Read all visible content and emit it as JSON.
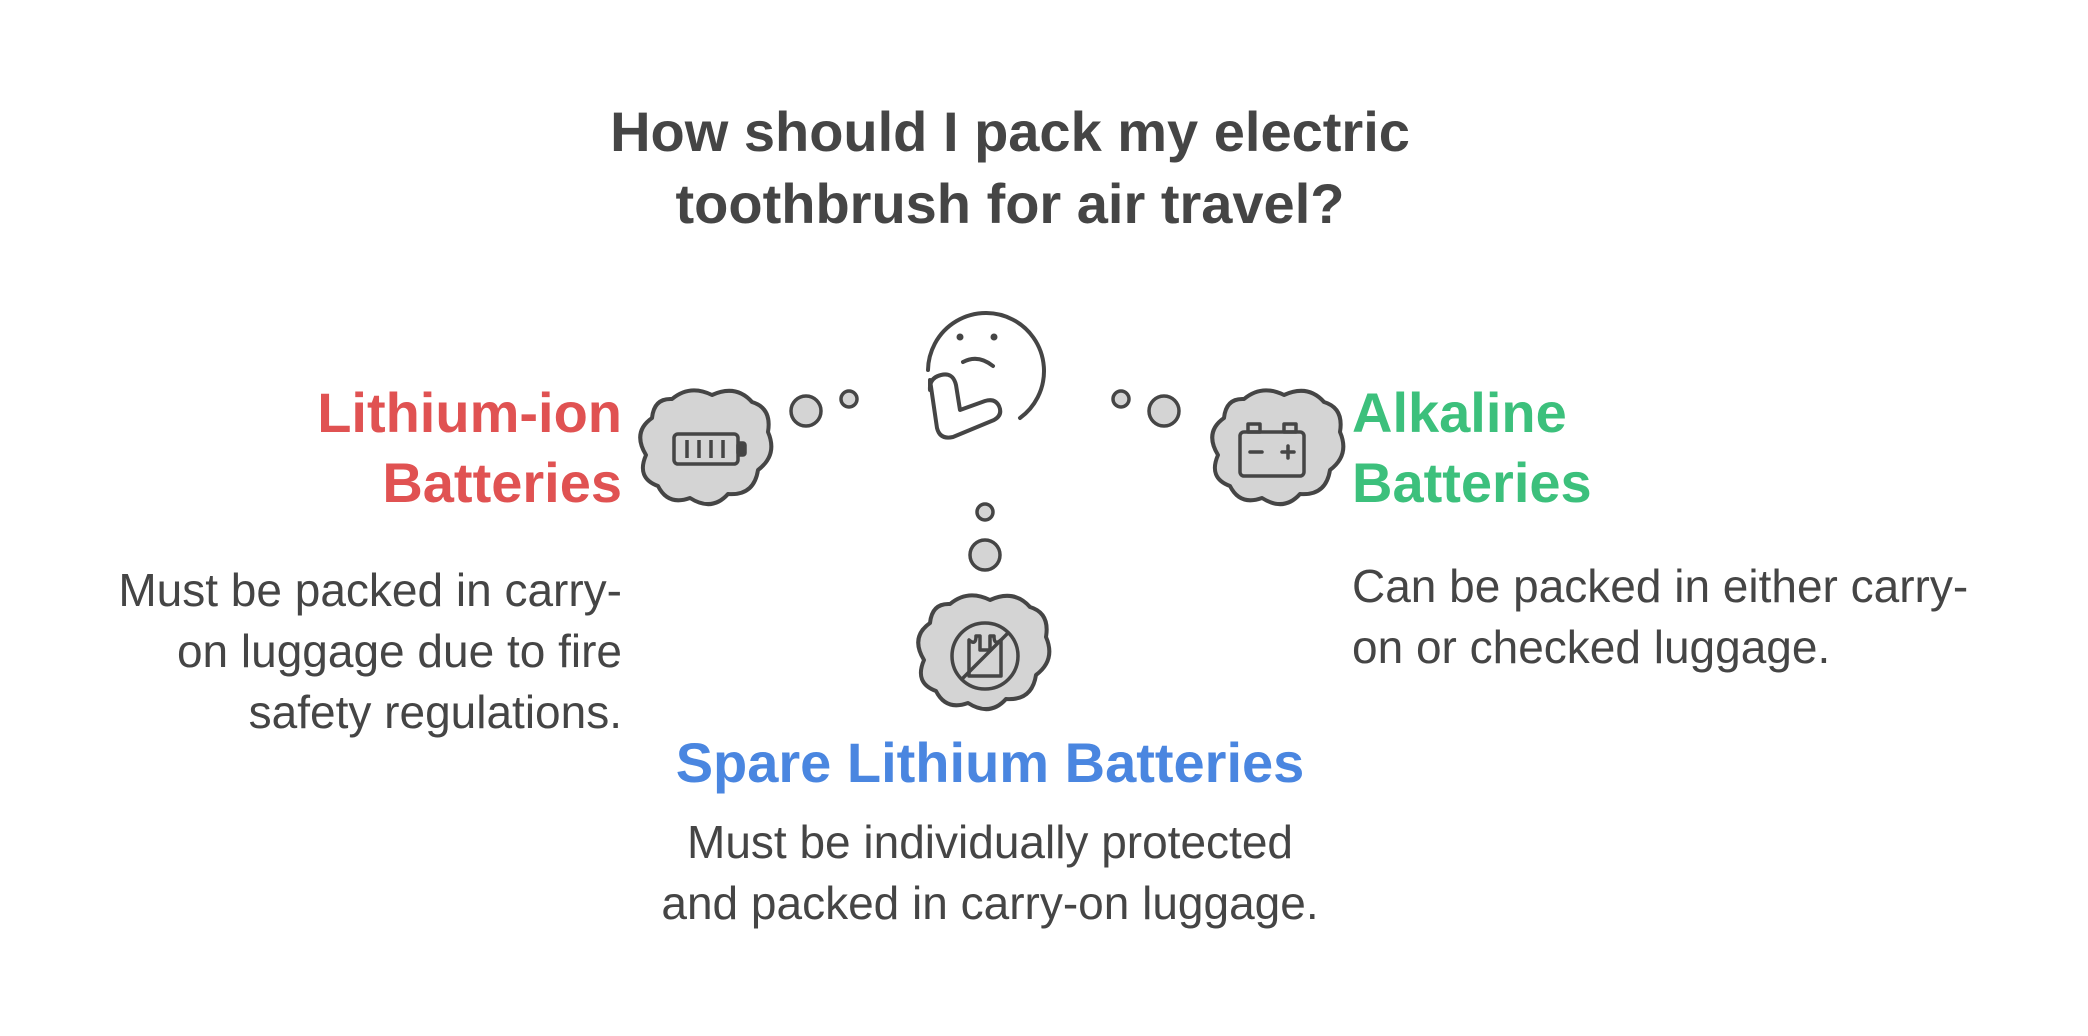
{
  "title": {
    "line1": "How should I pack my electric",
    "line2": "toothbrush for air travel?"
  },
  "options": {
    "lithium_ion": {
      "heading_line1": "Lithium-ion",
      "heading_line2": "Batteries",
      "desc_line1": "Must be packed in carry-",
      "desc_line2": "on luggage due to fire",
      "desc_line3": "safety regulations.",
      "color": "#e05252",
      "icon": "battery-icon"
    },
    "alkaline": {
      "heading_line1": "Alkaline",
      "heading_line2": "Batteries",
      "desc_line1": "Can be packed in either carry-",
      "desc_line2": "on or checked luggage.",
      "color": "#3cc07c",
      "icon": "car-battery-icon"
    },
    "spare_lithium": {
      "heading": "Spare Lithium Batteries",
      "desc_line1": "Must be individually protected",
      "desc_line2": "and packed in carry-on luggage.",
      "color": "#4a86e0",
      "icon": "no-bag-icon"
    }
  },
  "center_icon": "thinking-face-icon"
}
